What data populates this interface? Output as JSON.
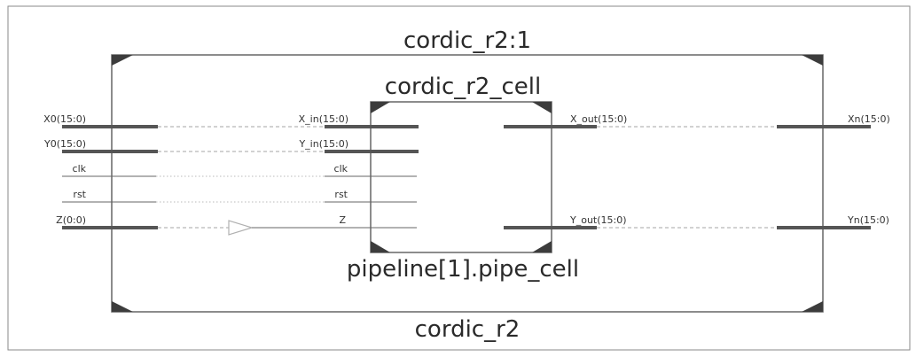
{
  "top_module": {
    "instance_label": "cordic_r2:1",
    "module_label": "cordic_r2"
  },
  "cell": {
    "type_label": "cordic_r2_cell",
    "instance_label": "pipeline[1].pipe_cell"
  },
  "top_ports": {
    "inputs": [
      {
        "name": "X0(15:0)",
        "kind": "bus"
      },
      {
        "name": "Y0(15:0)",
        "kind": "bus"
      },
      {
        "name": "clk",
        "kind": "wire"
      },
      {
        "name": "rst",
        "kind": "wire"
      },
      {
        "name": "Z(0:0)",
        "kind": "bus"
      }
    ],
    "outputs": [
      {
        "name": "Xn(15:0)",
        "kind": "bus"
      },
      {
        "name": "Yn(15:0)",
        "kind": "bus"
      }
    ]
  },
  "cell_ports": {
    "inputs": [
      {
        "name": "X_in(15:0)",
        "kind": "bus"
      },
      {
        "name": "Y_in(15:0)",
        "kind": "bus"
      },
      {
        "name": "clk",
        "kind": "wire"
      },
      {
        "name": "rst",
        "kind": "wire"
      },
      {
        "name": "Z",
        "kind": "wire"
      }
    ],
    "outputs": [
      {
        "name": "X_out(15:0)",
        "kind": "bus"
      },
      {
        "name": "Y_out(15:0)",
        "kind": "bus"
      }
    ]
  },
  "colors": {
    "border": "#666666",
    "bus": "#555555",
    "net": "#b8b8b8",
    "corner": "#3c3c3c"
  },
  "icons": {
    "z_net_buffer": "buffer-triangle-icon"
  }
}
